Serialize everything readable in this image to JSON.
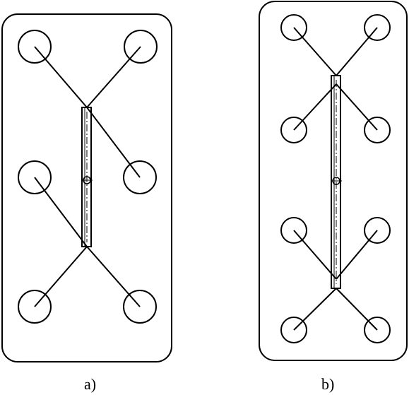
{
  "panels": [
    {
      "id": "a",
      "caption": "a)"
    },
    {
      "id": "b",
      "caption": "b)"
    }
  ],
  "colors": {
    "stroke": "#000000",
    "background": "#ffffff"
  }
}
